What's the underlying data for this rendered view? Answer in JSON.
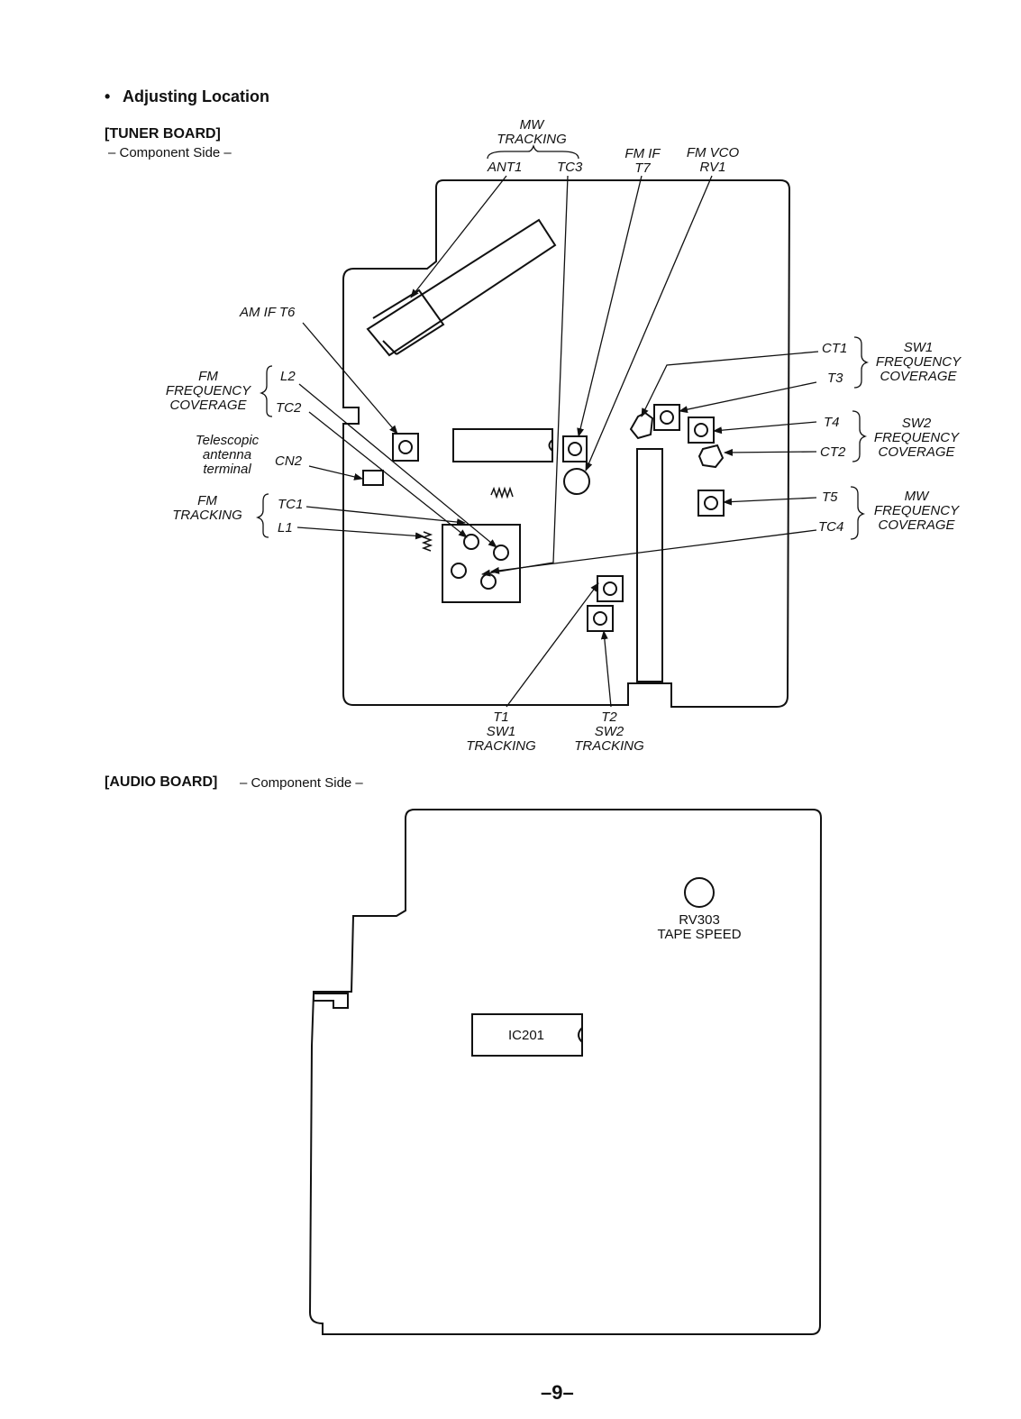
{
  "header": {
    "bullet": "•",
    "title": "Adjusting Location",
    "tuner_board": "[TUNER BOARD]",
    "tuner_side": "– Component Side –",
    "audio_board": "[AUDIO BOARD]",
    "audio_side": "– Component Side –"
  },
  "tuner_labels": {
    "mw": "MW",
    "tracking": "TRACKING",
    "ant1": "ANT1",
    "tc3": "TC3",
    "fm_if": "FM IF",
    "t7": "T7",
    "fm_vco": "FM VCO",
    "rv1": "RV1",
    "am_if_t6": "AM IF T6",
    "fm_fc_1": "FM",
    "fm_fc_2": "FREQUENCY",
    "fm_fc_3": "COVERAGE",
    "l2": "L2",
    "tc2": "TC2",
    "tel_1": "Telescopic",
    "tel_2": "antenna",
    "tel_3": "terminal",
    "cn2": "CN2",
    "fm_tr_1": "FM",
    "fm_tr_2": "TRACKING",
    "tc1": "TC1",
    "l1": "L1",
    "ct1": "CT1",
    "t3": "T3",
    "sw1_fc_1": "SW1",
    "sw1_fc_2": "FREQUENCY",
    "sw1_fc_3": "COVERAGE",
    "t4": "T4",
    "ct2": "CT2",
    "sw2_fc_1": "SW2",
    "sw2_fc_2": "FREQUENCY",
    "sw2_fc_3": "COVERAGE",
    "t5": "T5",
    "tc4": "TC4",
    "mw_fc_1": "MW",
    "mw_fc_2": "FREQUENCY",
    "mw_fc_3": "COVERAGE",
    "t1": "T1",
    "sw1_tr_1": "SW1",
    "sw1_tr_2": "TRACKING",
    "t2": "T2",
    "sw2_tr_1": "SW2",
    "sw2_tr_2": "TRACKING"
  },
  "audio_labels": {
    "rv303": "RV303",
    "tape_speed": "TAPE SPEED",
    "ic201": "IC201"
  },
  "footer": {
    "page_number": "–9–"
  }
}
